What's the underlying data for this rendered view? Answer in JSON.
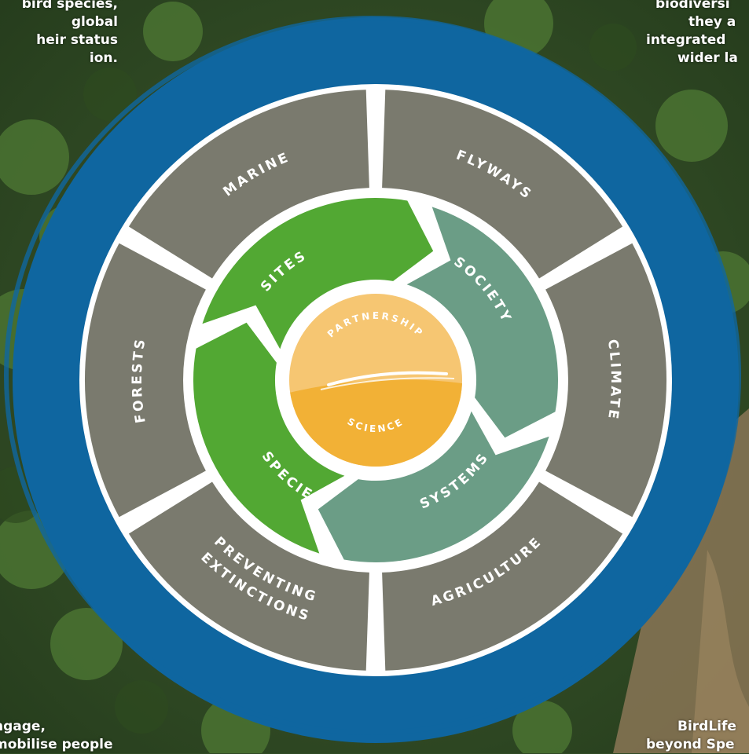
{
  "colors": {
    "blue_ring": "#0f66a0",
    "outer_segment": "#7a7a6e",
    "arrow_green": "#52a833",
    "arrow_teal": "#6b9d86",
    "core_top": "#f6c672",
    "core_bottom": "#f2b136",
    "text": "#ffffff"
  },
  "icons": {
    "core_wave": "horizon-swoosh-icon"
  },
  "outer_ring": {
    "marine": "MARINE",
    "flyways": "FLYWAYS",
    "forests": "FORESTS",
    "climate": "CLIMATE",
    "preventing_line1": "PREVENTING",
    "preventing_line2": "EXTINCTIONS",
    "agriculture": "AGRICULTURE"
  },
  "inner_ring": {
    "sites": "SITES",
    "society": "SOCIETY",
    "species": "SPECIES",
    "systems": "SYSTEMS"
  },
  "core": {
    "top": "PARTNERSHIP",
    "bottom": "SCIENCE"
  },
  "corner_text": {
    "top_left": [
      "bird species,",
      "global",
      "heir status",
      "ion."
    ],
    "top_right": [
      "biodiversi",
      "they a",
      "integrated",
      "wider la"
    ],
    "bottom_left": [
      "ngage,",
      "mobilise people"
    ],
    "bottom_right": [
      "BirdLife",
      "beyond Spe"
    ]
  }
}
